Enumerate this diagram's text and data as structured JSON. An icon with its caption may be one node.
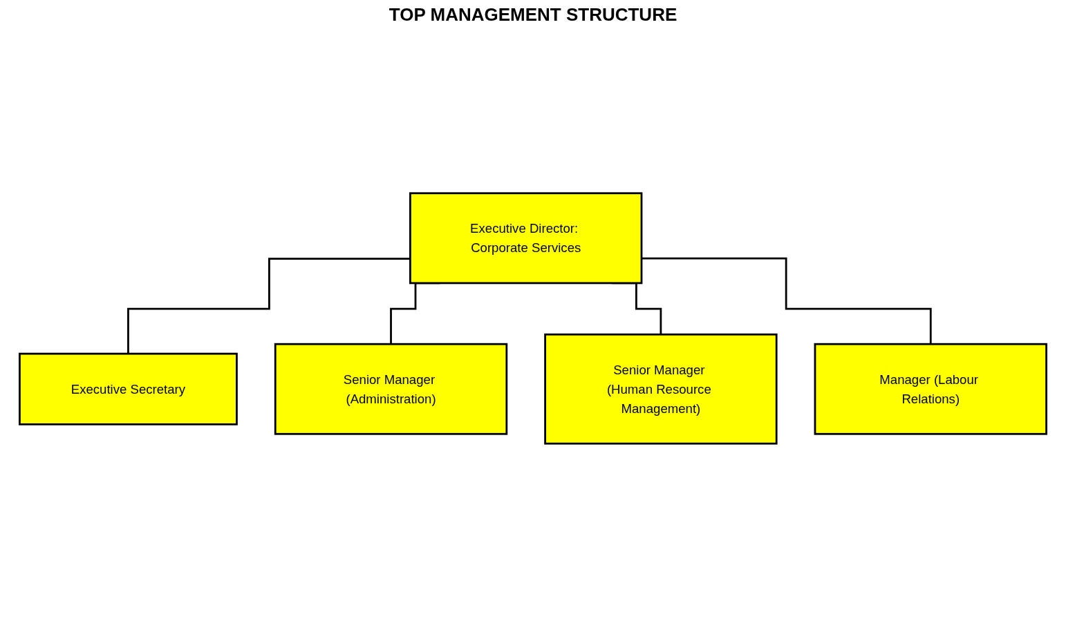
{
  "diagram": {
    "title": "TOP MANAGEMENT STRUCTURE",
    "nodes": [
      {
        "text": [
          "Executive Director: Corporate Services"
        ]
      },
      {
        "text": [
          "Executive Secretary"
        ]
      },
      {
        "text": [
          "Senior Manager (Administration)"
        ]
      },
      {
        "text": [
          "Senior Manager (Human Resource Management)"
        ]
      },
      {
        "text": [
          "Manager (Labour Relations)"
        ]
      }
    ],
    "edges": [
      {
        "from": 0,
        "to": 1,
        "arrow": "none"
      },
      {
        "from": 0,
        "to": 2,
        "arrow": "none"
      },
      {
        "from": 0,
        "to": 3,
        "arrow": "none"
      },
      {
        "from": 0,
        "to": 4,
        "arrow": "none"
      }
    ]
  }
}
